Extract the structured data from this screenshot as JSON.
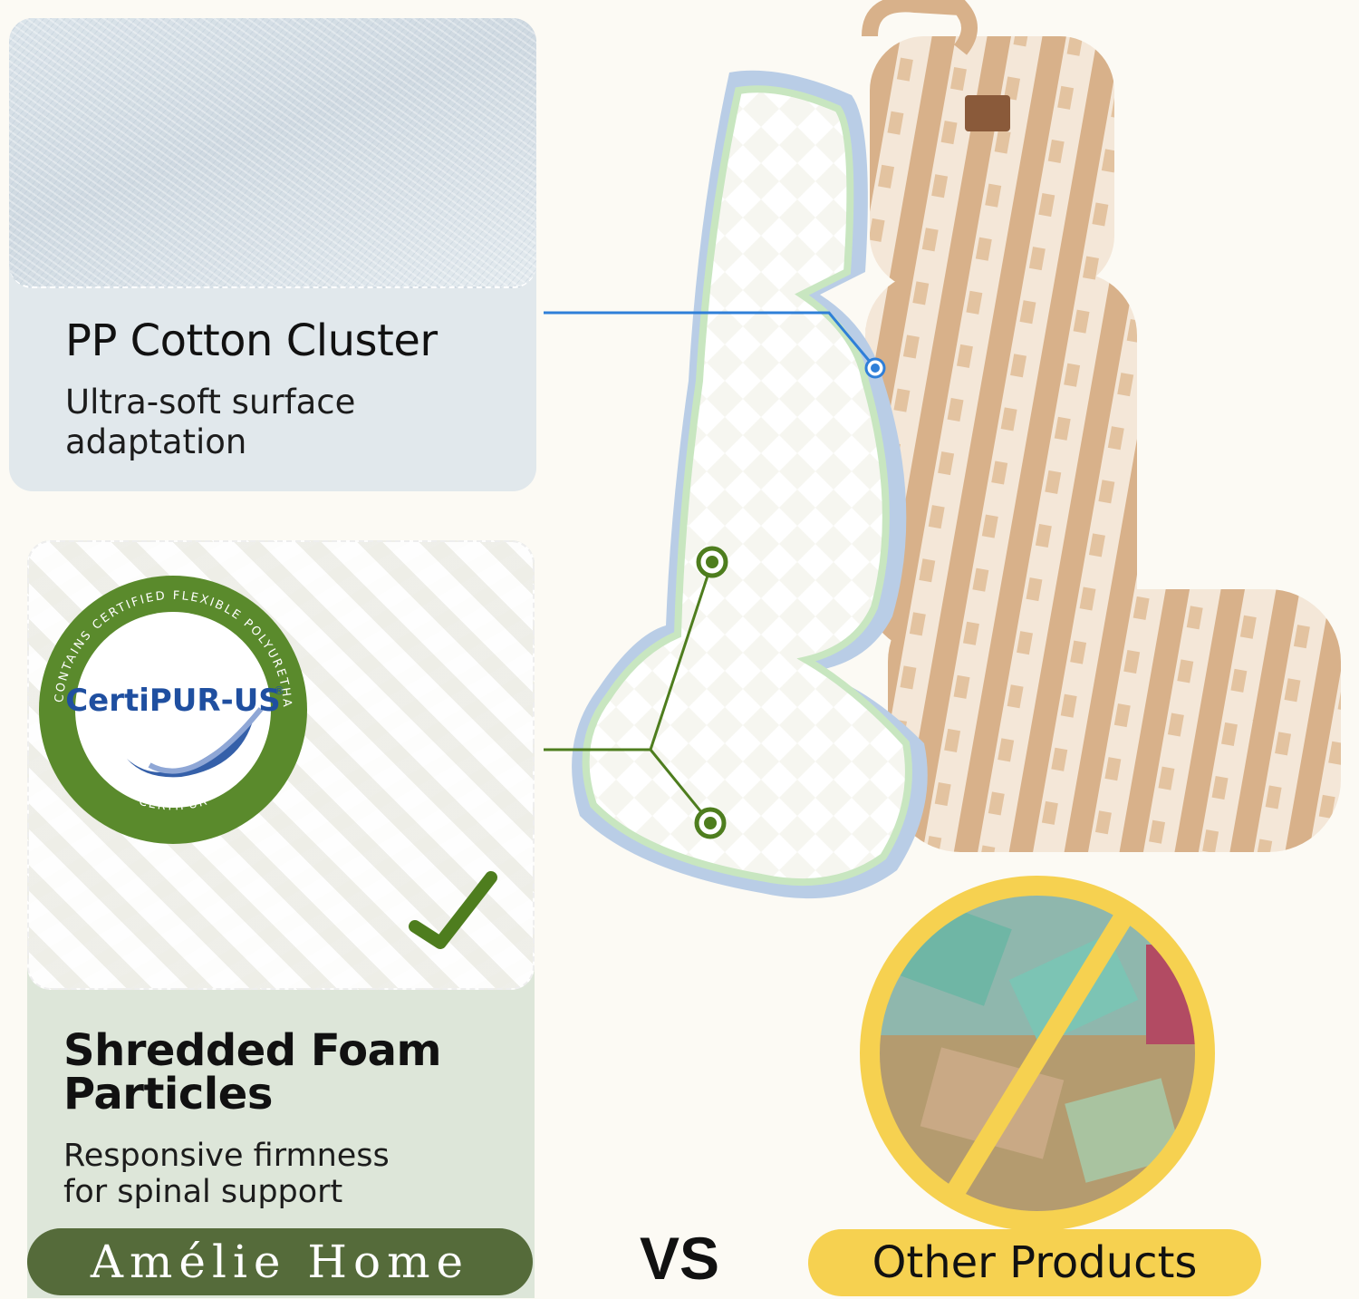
{
  "cotton": {
    "title": "PP Cotton Cluster",
    "desc_line1": "Ultra-soft surface",
    "desc_line2": "adaptation"
  },
  "foam": {
    "title_line1": "Shredded Foam",
    "title_line2": "Particles",
    "desc_line1": "Responsive firmness",
    "desc_line2": "for spinal support"
  },
  "certification": {
    "ring_text_top": "CONTAINS CERTIFIED FLEXIBLE POLYURETHANE FOAM",
    "ring_text_bottom": "CERTIPUR",
    "logo_text": "CertiPUR-US",
    "registered": "®"
  },
  "brand": {
    "name": "Amélie Home"
  },
  "comparison": {
    "vs": "VS",
    "other_label": "Other Products"
  },
  "colors": {
    "cotton_accent": "#2f7fd8",
    "foam_accent": "#4e7d1e",
    "brand_green": "#556b3a",
    "other_yellow": "#f6d150",
    "cert_green": "#5a8a2c",
    "cert_blue": "#1f4fa0"
  }
}
